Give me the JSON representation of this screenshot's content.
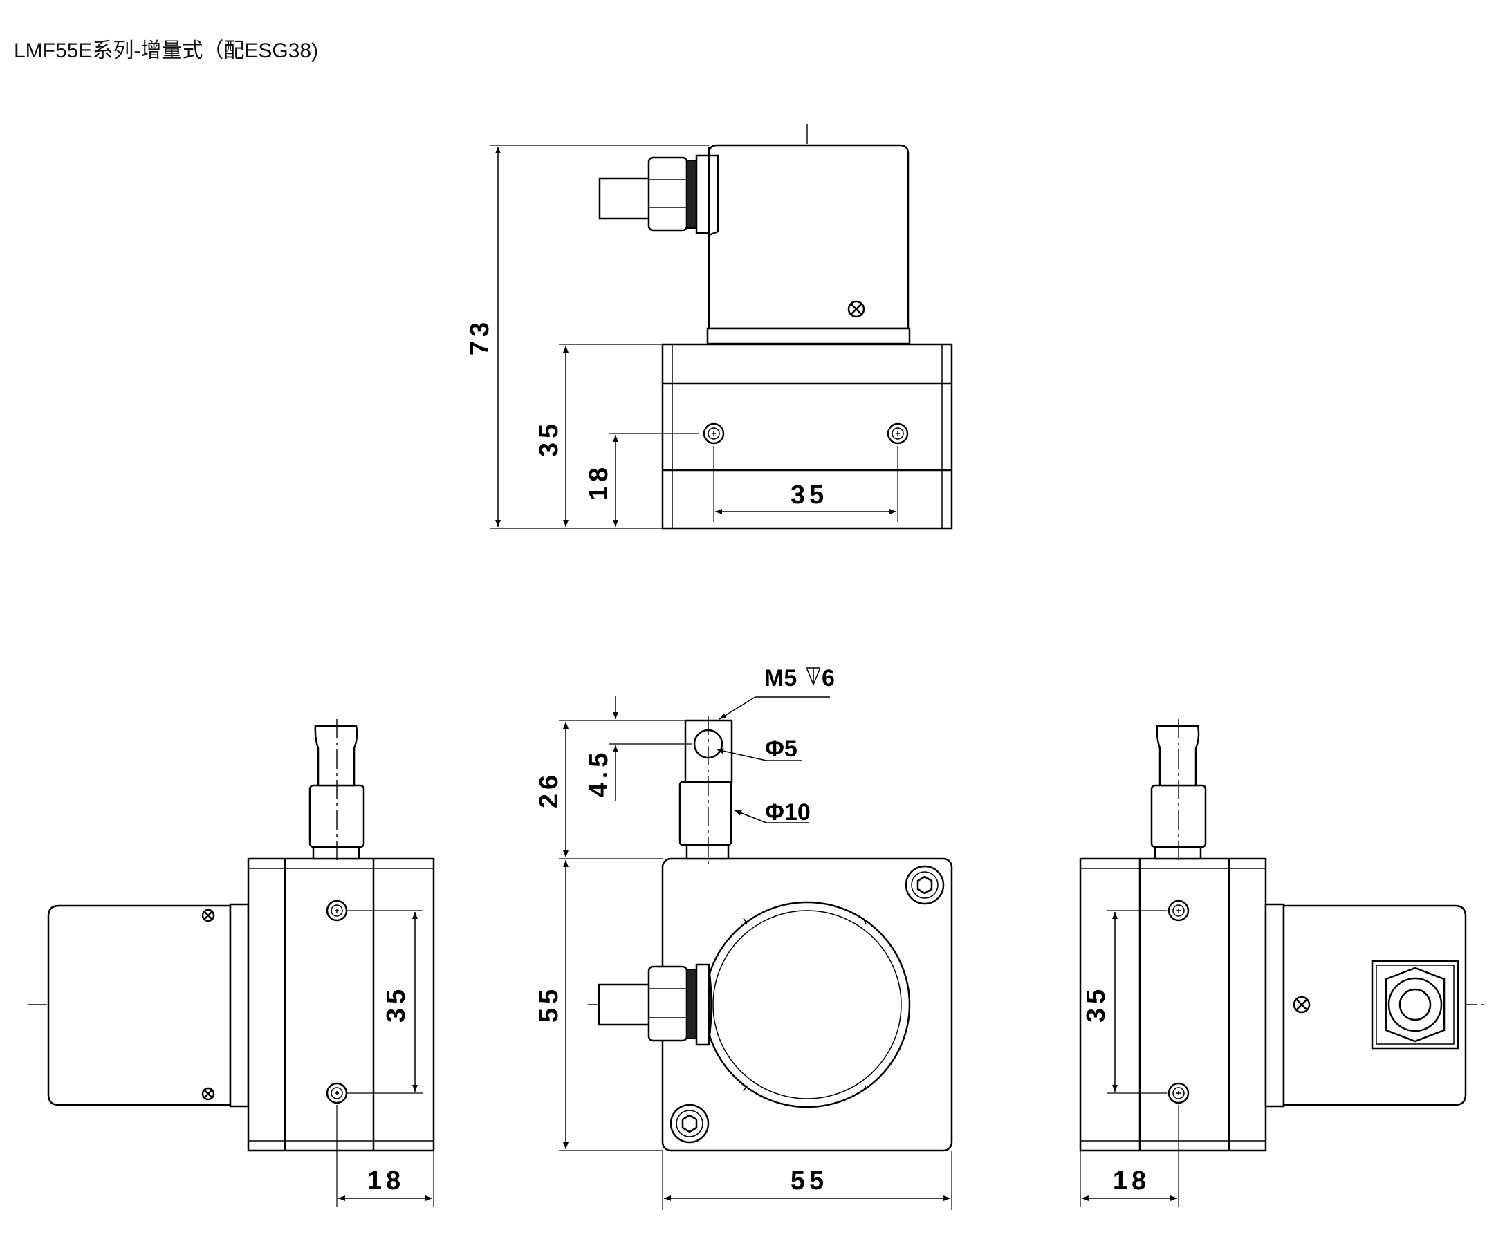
{
  "title": "LMF55E系列-增量式（配ESG38)",
  "dimensions": {
    "overall_height": "73",
    "body_height": "35",
    "hole_height": "18",
    "hole_spacing_top": "35",
    "left_hole_spacing": "35",
    "left_offset": "18",
    "front_cable_height": "26",
    "front_hole_offset": "4.5",
    "front_height": "55",
    "front_width": "55",
    "right_hole_spacing": "35",
    "right_offset": "18"
  },
  "callouts": {
    "thread": "M5",
    "thread_depth": "6",
    "hole_dia": "Φ5",
    "clevis_dia": "Φ10"
  }
}
